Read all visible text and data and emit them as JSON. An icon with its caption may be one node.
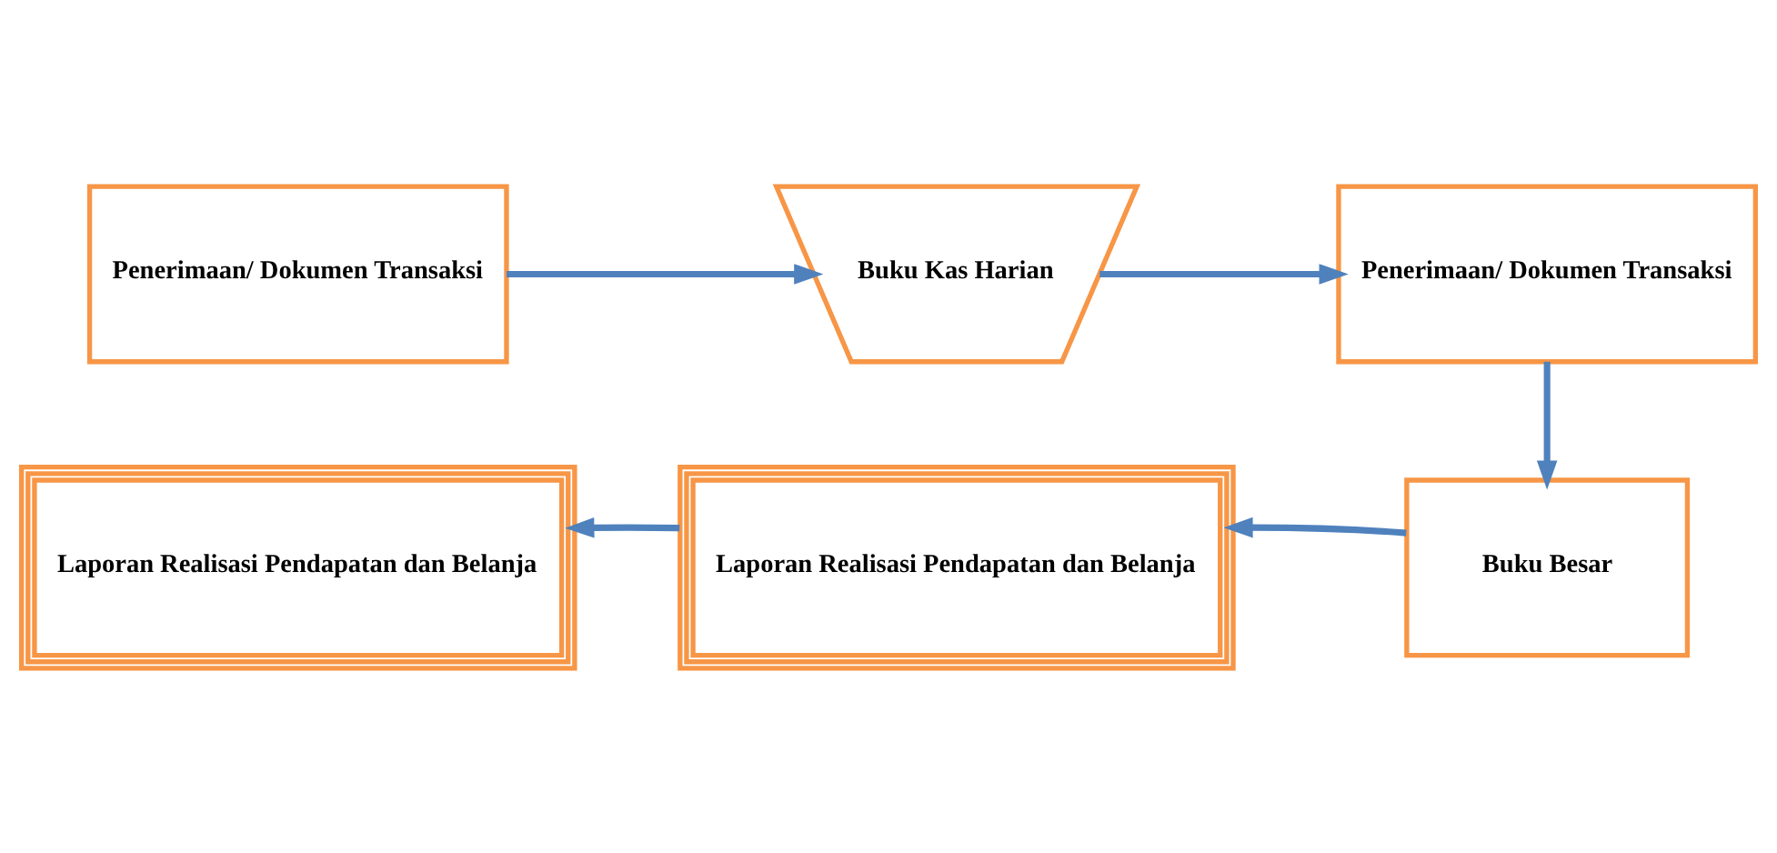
{
  "diagram": {
    "nodes": [
      {
        "text": [
          "Penerimaan/ Dokumen Transaksi"
        ]
      },
      {
        "text": [
          "Buku Kas Harian"
        ]
      },
      {
        "text": [
          "Penerimaan/ Dokumen Transaksi"
        ]
      },
      {
        "text": [
          "Laporan Realisasi Pendapatan dan Belanja"
        ]
      },
      {
        "text": [
          "Laporan Realisasi Pendapatan dan Belanja"
        ]
      },
      {
        "text": [
          "Buku Besar"
        ]
      }
    ],
    "edges": [
      {
        "from": 0,
        "to": 1,
        "arrow": "to"
      },
      {
        "from": 1,
        "to": 2,
        "arrow": "to"
      },
      {
        "from": 2,
        "to": 5,
        "arrow": "to"
      },
      {
        "from": 5,
        "to": 4,
        "arrow": "to"
      },
      {
        "from": 4,
        "to": 3,
        "arrow": "to"
      }
    ]
  }
}
